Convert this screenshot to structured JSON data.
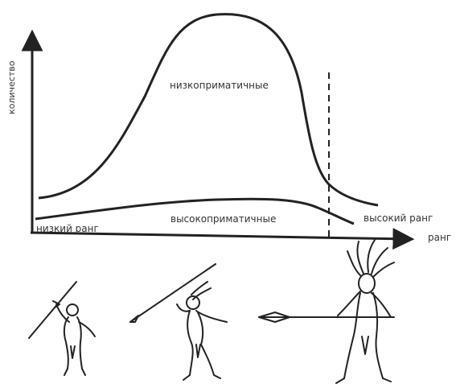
{
  "diagram": {
    "y_axis_label": "количество",
    "x_axis_label": "ранг",
    "x_axis_low_label": "низкий ранг",
    "x_axis_high_label": "высокий ранг",
    "curve_low_label": "низкоприматичные",
    "curve_high_label": "высокоприматичные"
  },
  "colors": {
    "ink": "#222222",
    "background": "#ffffff"
  },
  "illustrations": [
    {
      "name": "low-rank-warrior-figure",
      "description_icon": "warrior-with-spear-icon"
    },
    {
      "name": "mid-rank-warrior-figure",
      "description_icon": "feathered-warrior-with-spear-icon"
    },
    {
      "name": "high-rank-warrior-figure",
      "description_icon": "chief-with-headdress-and-spear-icon"
    }
  ]
}
